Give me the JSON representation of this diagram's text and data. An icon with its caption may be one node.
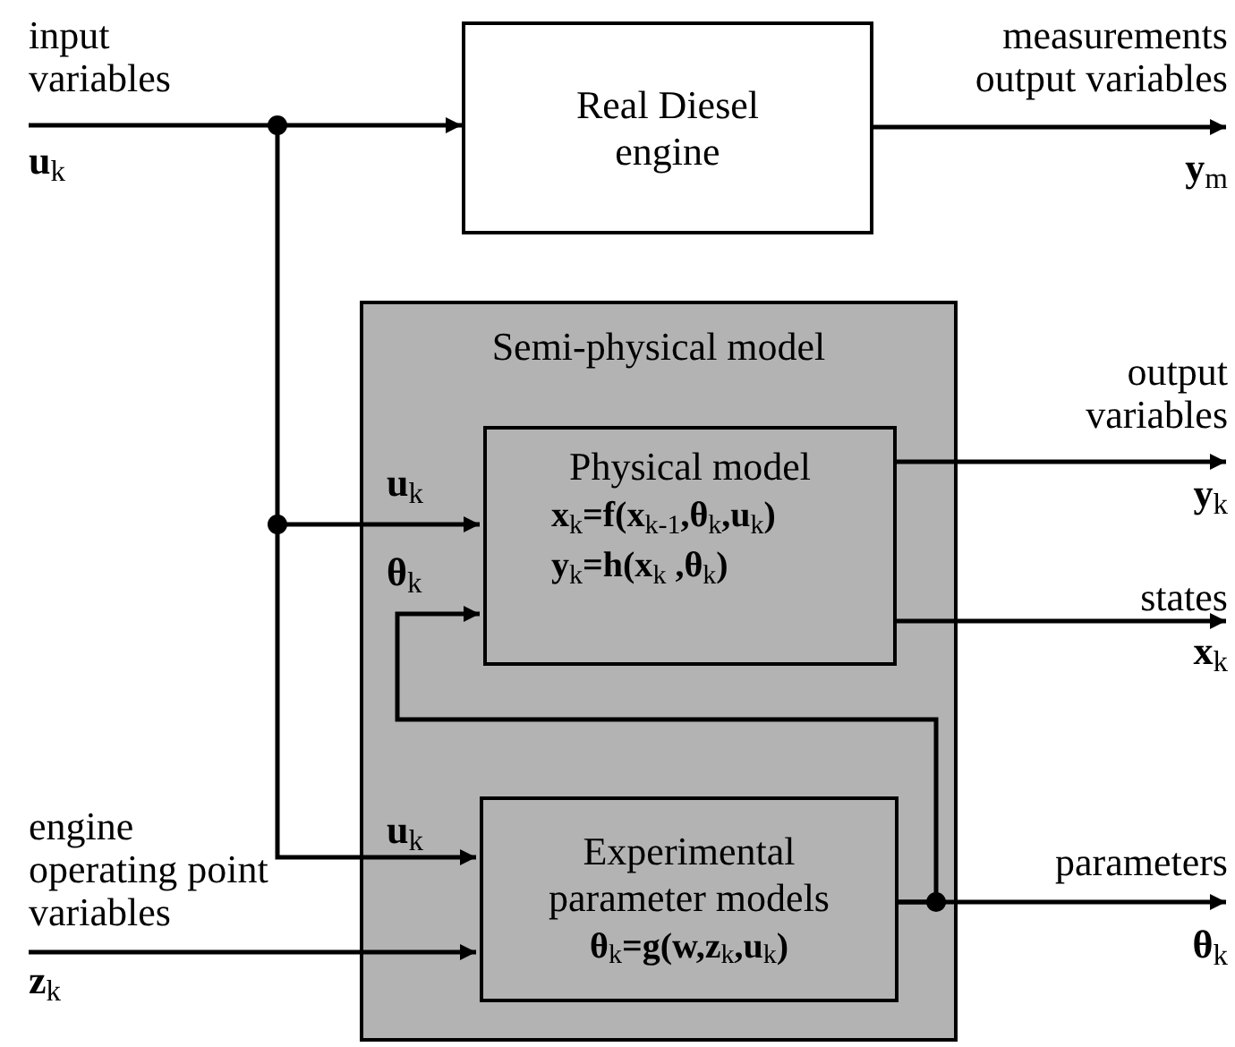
{
  "diagram": {
    "nodes": [
      {
        "text": [
          "Real Diesel engine"
        ]
      },
      {
        "text": [
          "Semi-physical model"
        ]
      },
      {
        "text": [
          "Physical model",
          "**x**$_{k}$**=f(x**$_{k-1}$**,θ**$_{k}$**,u**$_{k}$**)**",
          "**y**$_{k}$**=h(x**$_{k}$ **,θ**$_{k}$**)**"
        ],
        "in": 1
      },
      {
        "text": [
          "Experimental parameter models",
          "**θ**$_{k}$**=g(w,z**$_{k}$**,u**$_{k}$**)**"
        ],
        "in": 1
      },
      {
        "text": [
          "measurements output variables",
          "**y**$_{m}$"
        ]
      },
      {
        "text": [
          "output variables",
          "**y**$_{k}$"
        ]
      },
      {
        "text": [
          "states",
          "**x**$_{k}$"
        ]
      },
      {
        "text": [
          "parameters",
          "**θ**$_{k}$"
        ]
      }
    ],
    "edges": [
      {
        "from": null,
        "to": 0,
        "arrow": "to"
      },
      {
        "from": null,
        "to": 2,
        "arrow": "to"
      },
      {
        "from": null,
        "to": 3,
        "arrow": "to"
      },
      {
        "from": 0,
        "to": 4,
        "arrow": "to"
      },
      {
        "from": 2,
        "to": 5,
        "arrow": "to"
      },
      {
        "from": 2,
        "to": 6,
        "arrow": "to"
      },
      {
        "from": null,
        "to": 3,
        "arrow": "to"
      },
      {
        "from": 3,
        "to": 7,
        "arrow": "to"
      },
      {
        "from": 3,
        "to": 2,
        "arrow": "to"
      }
    ],
    "labels": [
      "input variables",
      "**u**$_{k}$",
      "**u**$_{k}$",
      "**θ**$_{k}$",
      "engine operating point variables",
      "**u**$_{k}$",
      "**z**$_{k}$"
    ]
  }
}
